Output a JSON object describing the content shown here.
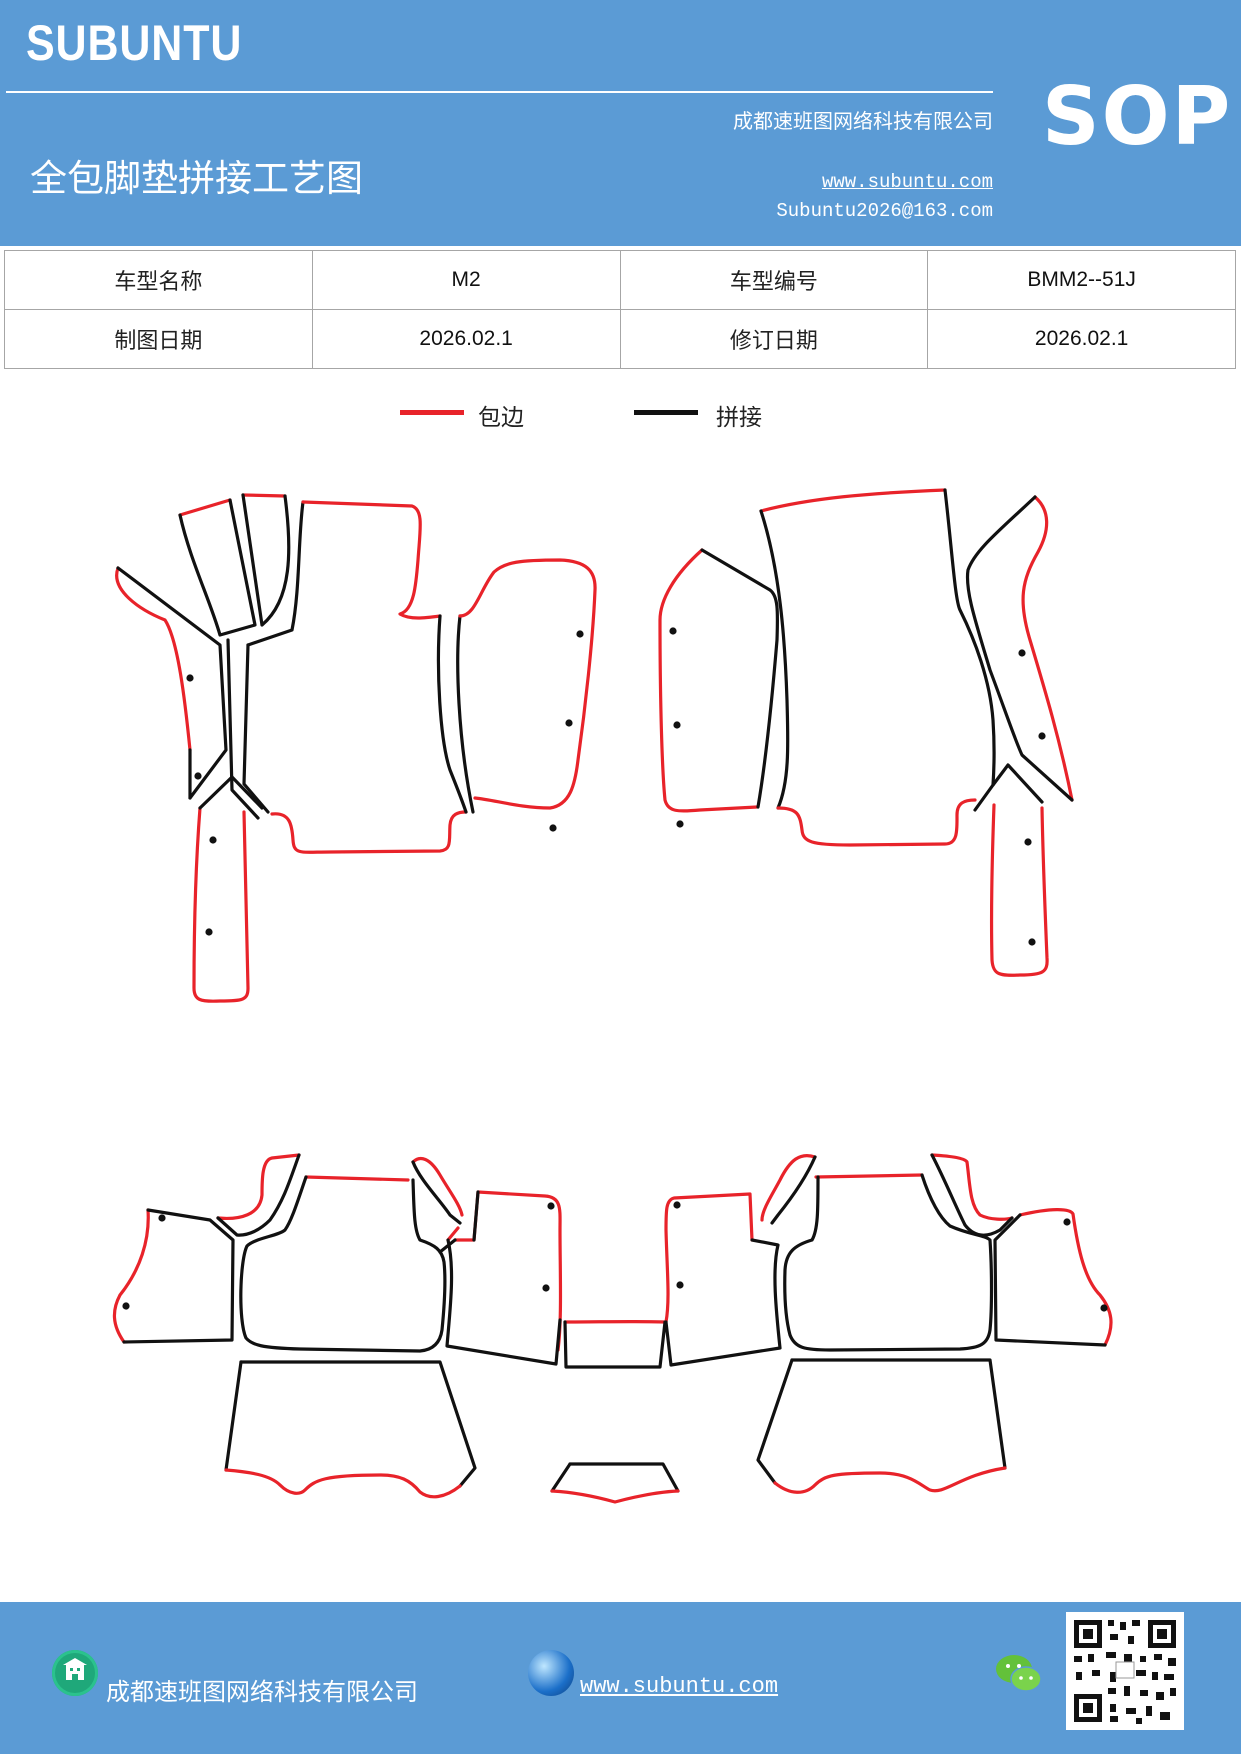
{
  "header": {
    "brand": "SUBUNTU",
    "company": "成都速班图网络科技有限公司",
    "title": "全包脚垫拼接工艺图",
    "url": "www.subuntu.com",
    "email": "Subuntu2026@163.com",
    "badge": "SOP"
  },
  "info": {
    "car_name_label": "车型名称",
    "car_name": "M2",
    "car_code_label": "车型编号",
    "car_code": "BMM2--51J",
    "draw_date_label": "制图日期",
    "draw_date": "2026.02.1",
    "revise_date_label": "修订日期",
    "revise_date": "2026.02.1"
  },
  "legend": {
    "edge_label": "包边",
    "edge_color": "#e8232a",
    "seam_label": "拼接",
    "seam_color": "#111111"
  },
  "footer": {
    "company": "成都速班图网络科技有限公司",
    "url": "www.subuntu.com"
  }
}
